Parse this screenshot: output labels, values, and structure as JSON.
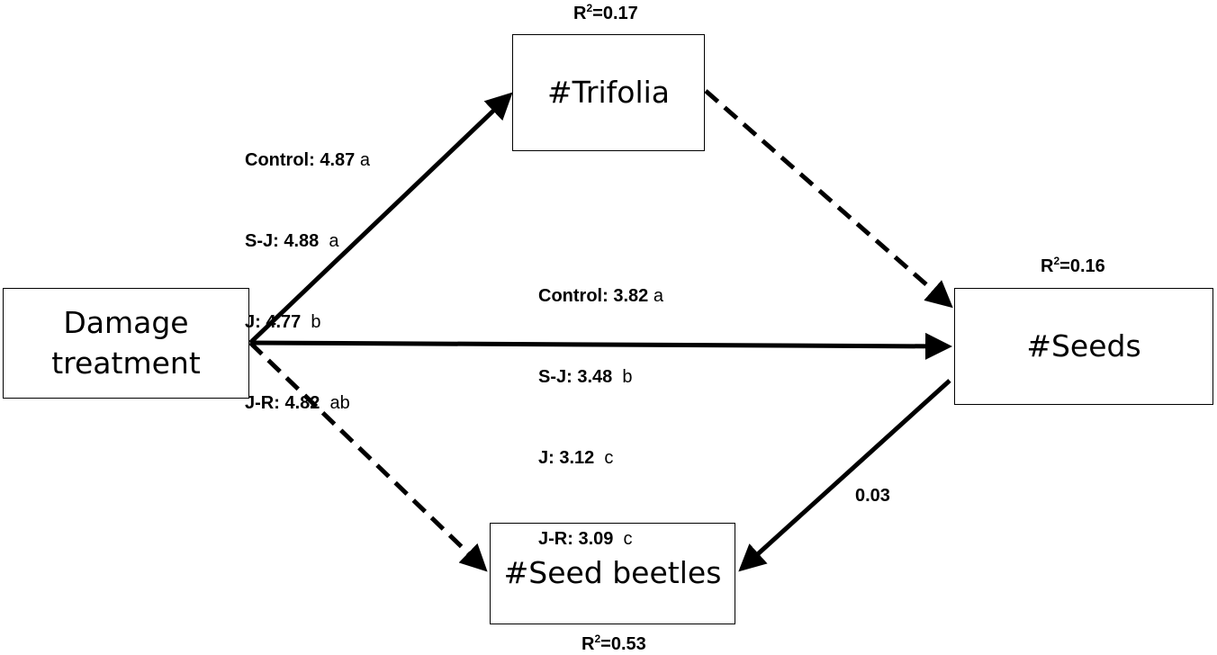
{
  "nodes": {
    "damage": {
      "line1": "Damage",
      "line2": "treatment"
    },
    "trifolia": {
      "label": "#Trifolia"
    },
    "seeds": {
      "label": "#Seeds"
    },
    "beetles": {
      "label": "#Seed beetles"
    }
  },
  "r2": {
    "trifolia": {
      "prefix": "R",
      "exp": "2",
      "value": "=0.17"
    },
    "seeds": {
      "prefix": "R",
      "exp": "2",
      "value": "=0.16"
    },
    "beetles": {
      "prefix": "R",
      "exp": "2",
      "value": "=0.53"
    }
  },
  "damage_to_trifolia": [
    {
      "label": "Control:",
      "value": "4.87",
      "letter": "a"
    },
    {
      "label": "S-J:",
      "value": "4.88",
      "letter": "a"
    },
    {
      "label": "J:",
      "value": "4.77",
      "letter": "b"
    },
    {
      "label": "J-R:",
      "value": "4.82",
      "letter": "ab"
    }
  ],
  "damage_to_seeds": [
    {
      "label": "Control:",
      "value": "3.82",
      "letter": "a"
    },
    {
      "label": "S-J:",
      "value": "3.48",
      "letter": "b"
    },
    {
      "label": "J:",
      "value": "3.12",
      "letter": "c"
    },
    {
      "label": "J-R:",
      "value": "3.09",
      "letter": "c"
    }
  ],
  "seeds_to_beetles": {
    "coefficient": "0.03"
  },
  "colors": {
    "line": "#000000",
    "background": "#ffffff"
  }
}
